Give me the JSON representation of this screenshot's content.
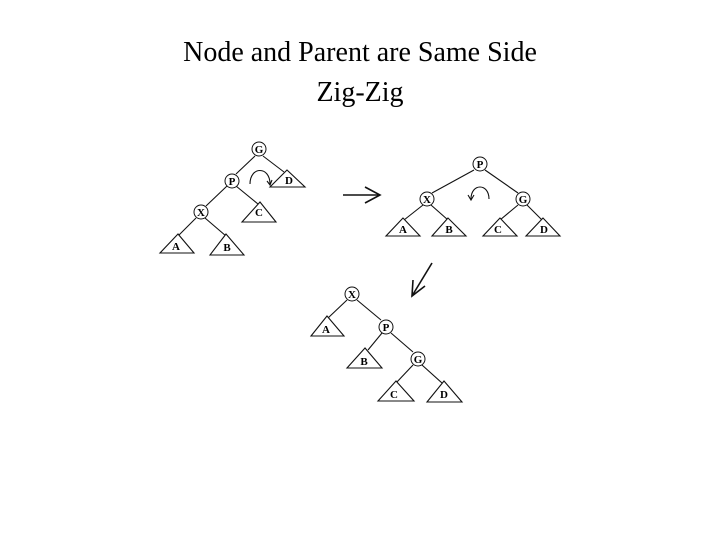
{
  "slide": {
    "title_line1": "Node and Parent are Same Side",
    "title_line2": "Zig-Zig"
  },
  "tree_before": {
    "nodes": {
      "g": "G",
      "p": "P",
      "x": "X"
    },
    "subtrees": {
      "a": "A",
      "b": "B",
      "c": "C",
      "d": "D"
    }
  },
  "tree_middle": {
    "nodes": {
      "p": "P",
      "x": "X",
      "g": "G"
    },
    "subtrees": {
      "a": "A",
      "b": "B",
      "c": "C",
      "d": "D"
    }
  },
  "tree_after": {
    "nodes": {
      "x": "X",
      "p": "P",
      "g": "G"
    },
    "subtrees": {
      "a": "A",
      "b": "B",
      "c": "C",
      "d": "D"
    }
  },
  "arrows": {
    "step1": "right-arrow-icon",
    "step2": "down-left-arrow-icon",
    "rotation": "rotation-arc-icon"
  }
}
